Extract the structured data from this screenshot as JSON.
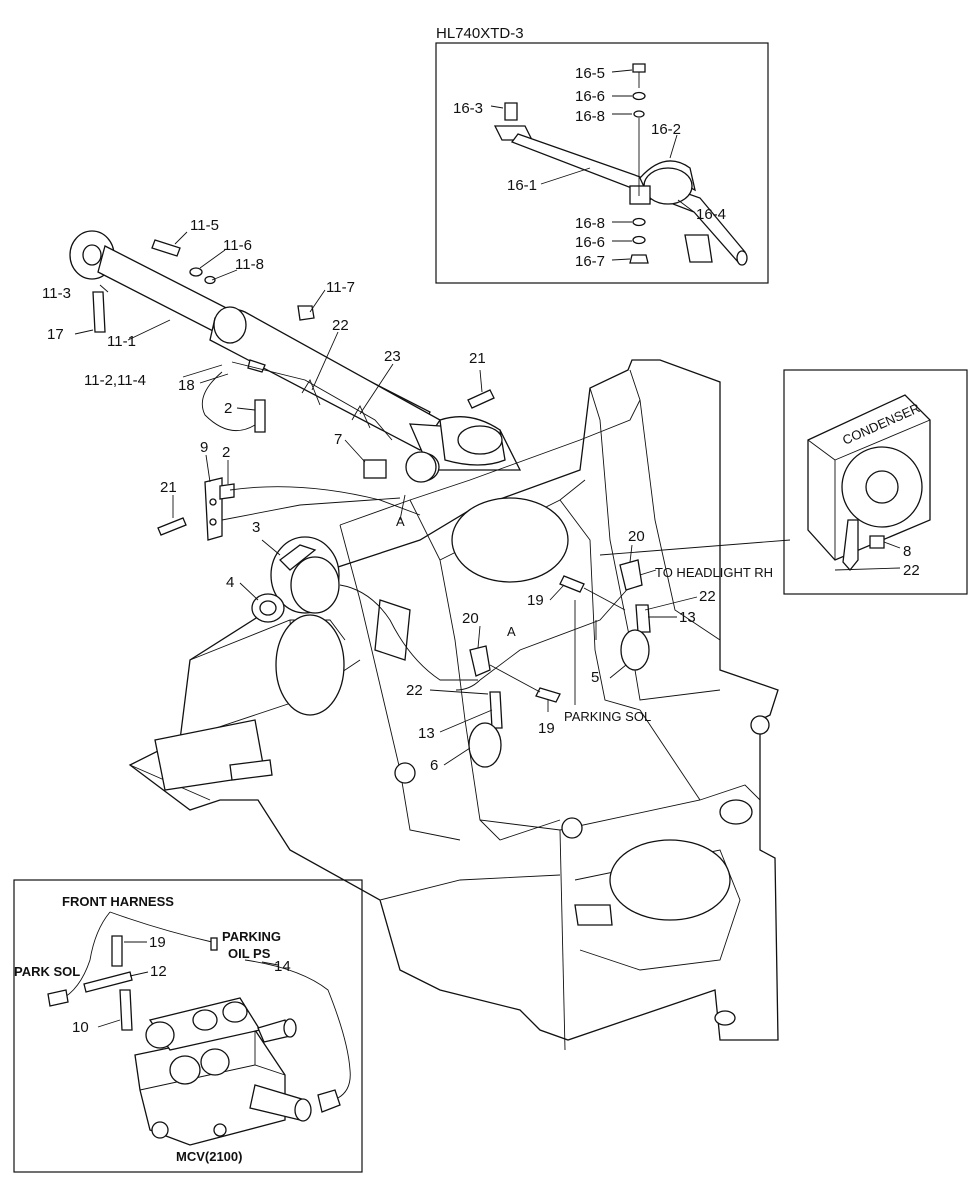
{
  "inset_top": {
    "title": "HL740XTD-3"
  },
  "inset_bottom": {
    "front_harness": "FRONT HARNESS",
    "parking_oil_ps_1": "PARKING",
    "parking_oil_ps_2": "OIL PS",
    "park_sol": "PARK SOL",
    "mcv": "MCV(2100)"
  },
  "notes": {
    "to_headlight": "TO HEADLIGHT RH",
    "parking_sol": "PARKING SOL",
    "conn_a1": "A",
    "conn_a2": "A",
    "condenser": "CONDENSER"
  },
  "callouts": [
    "16-5",
    "16-6",
    "16-8",
    "16-3",
    "16-2",
    "16-1",
    "16-4",
    "16-8",
    "16-6",
    "16-7",
    "11-5",
    "11-6",
    "11-8",
    "11-3",
    "11-7",
    "17",
    "11-1",
    "22",
    "23",
    "11-2,11-4",
    "18",
    "21",
    "2",
    "7",
    "9",
    "2",
    "21",
    "3",
    "4",
    "20",
    "19",
    "22",
    "13",
    "5",
    "20",
    "22",
    "13",
    "19",
    "6",
    "8",
    "22",
    "19",
    "12",
    "14",
    "10"
  ]
}
